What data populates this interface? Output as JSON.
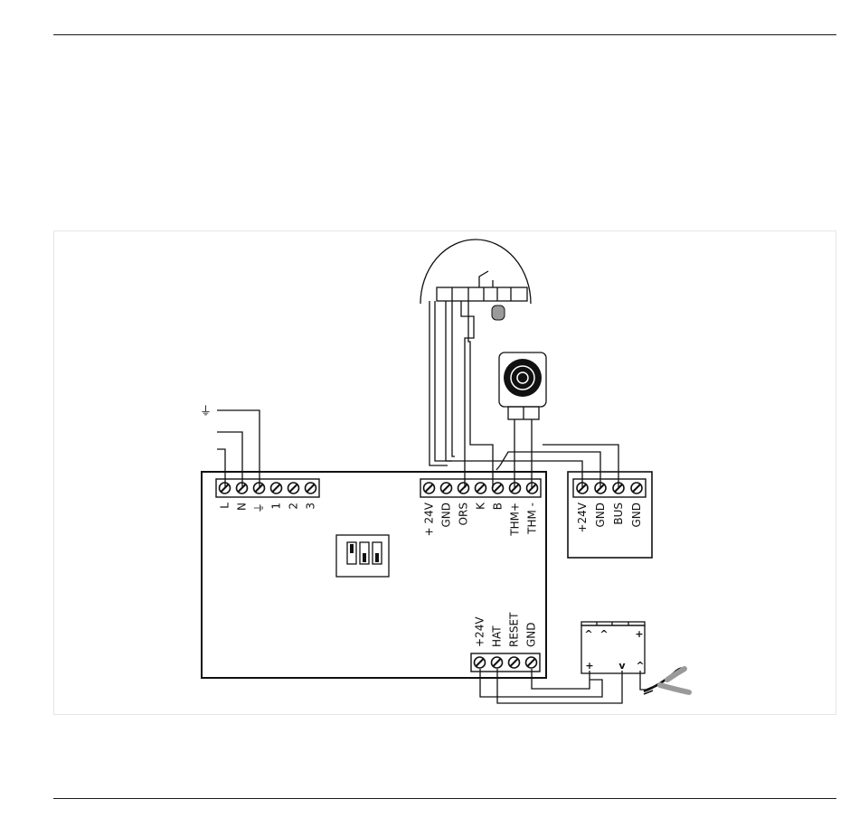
{
  "mains_terminals": [
    "L",
    "N",
    "⏚",
    "1",
    "2",
    "3"
  ],
  "mains_inputs": [
    "⏚"
  ],
  "control_terminals": [
    "+ 24V",
    "GND",
    "ORS",
    "K",
    "B",
    "THM+",
    "THM -"
  ],
  "bus_terminals": [
    "+24V",
    "GND",
    "BUS",
    "GND"
  ],
  "bottom_terminals": [
    "+24V",
    "HAT",
    "RESET",
    "GND"
  ],
  "switch_box": {
    "top_marks": [
      "^",
      "^",
      "+"
    ],
    "bottom_marks": [
      "+",
      "v",
      "^"
    ]
  },
  "colors": {
    "line": "#111111",
    "rule": "#1a1a1a",
    "frame": "#e6e6e6",
    "fill_gray": "#9a9a9a"
  }
}
